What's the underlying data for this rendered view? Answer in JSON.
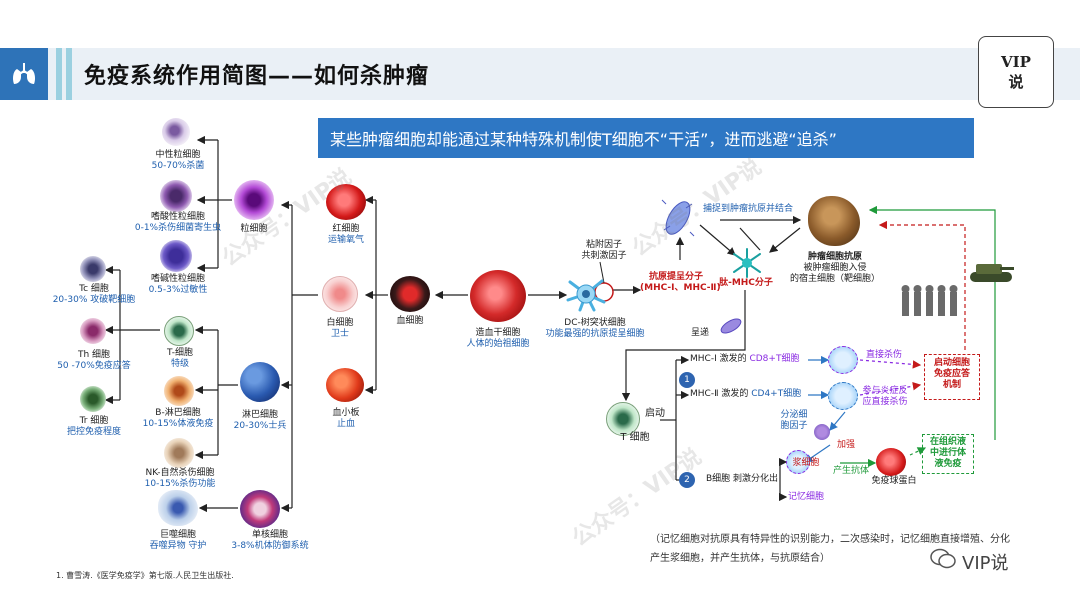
{
  "header": {
    "title": "免疫系统作用简图——如何杀肿瘤",
    "badge_line1": "VIP",
    "badge_line2": "说"
  },
  "banner": "某些肿瘤细胞却能通过某种特殊机制使T细胞不“干活”，进而逃避“追杀”",
  "left_cells": {
    "neutrophil": {
      "name": "中性粒细胞",
      "desc": "50-70%杀菌"
    },
    "eosinophil": {
      "name": "嗜酸性粒细胞",
      "desc": "0-1%杀伤细菌寄生虫"
    },
    "basophil": {
      "name": "嗜碱性粒细胞",
      "desc": "0.5-3%过敏性"
    },
    "granulocyte": {
      "name": "粒细胞"
    },
    "tc": {
      "name": "Tc 细胞",
      "desc": "20-30% 攻破靶细胞"
    },
    "th": {
      "name": "Th 细胞",
      "desc": "50 -70%免疫应答"
    },
    "tr": {
      "name": "Tr 细胞",
      "desc": "把控免疫程度"
    },
    "t_cell": {
      "name": "T-细胞",
      "desc": "特级"
    },
    "b_cell": {
      "name": "B-淋巴细胞",
      "desc": "10-15%体液免疫"
    },
    "nk": {
      "name": "NK-自然杀伤细胞",
      "desc": "10-15%杀伤功能"
    },
    "lymphocyte": {
      "name": "淋巴细胞",
      "desc": "20-30%士兵"
    },
    "macrophage": {
      "name": "巨噬细胞",
      "desc": "吞噬异物 守护"
    },
    "monocyte": {
      "name": "单核细胞",
      "desc": "3-8%机体防御系统"
    },
    "rbc": {
      "name": "红细胞",
      "desc": "运输氧气"
    },
    "wbc": {
      "name": "白细胞",
      "desc": "卫士"
    },
    "platelet": {
      "name": "血小板",
      "desc": "止血"
    },
    "blood_cell": {
      "name": "血细胞"
    },
    "stem_cell": {
      "name": "造血干细胞",
      "desc": "人体的始祖细胞"
    }
  },
  "right_flow": {
    "adhesion": "粘附因子",
    "costim": "共刺激因子",
    "dc": {
      "name": "DC-树突状细胞",
      "desc": "功能最强的抗原提呈细胞"
    },
    "capture": "捕捉到肿瘤抗原并结合",
    "apm": "抗原提呈分子",
    "mhc": "(MHC-Ⅰ、MHC-Ⅱ)",
    "peptide_mhc": "肽-MHC分子",
    "tumor_antigen": "肿瘤细胞抗原",
    "tumor_desc1": "被肿瘤细胞入侵",
    "tumor_desc2": "的宿主细胞（靶细胞）",
    "present": "呈递",
    "activate": "启动",
    "t_cell": "T 细胞",
    "mhc1": "MHC-Ⅰ 激发的",
    "cd8": "CD8+T细胞",
    "direct_kill": "直接杀伤",
    "mhc2": "MHC-Ⅱ 激发的",
    "cd4": "CD4+T细胞",
    "inflam1": "参与炎症反",
    "inflam2": "应直接杀伤",
    "cytokine1": "分泌细",
    "cytokine2": "胞因子",
    "enhance": "加强",
    "plasma": "浆细胞",
    "antibody": "产生抗体",
    "immunoglobulin": "免疫球蛋白",
    "b_diff": "B细胞 刺激分化出",
    "memory": "记忆细胞",
    "start_resp1": "启动细胞",
    "start_resp2": "免疫应答",
    "start_resp3": "机制",
    "humoral1": "在组织液",
    "humoral2": "中进行体",
    "humoral3": "液免疫",
    "num1": "1",
    "num2": "2"
  },
  "bottom_note": "（记忆细胞对抗原具有特异性的识别能力，二次感染时，记忆细胞直接增殖、分化产生浆细胞，并产生抗体，与抗原结合）",
  "footnote": "1. 曹雪涛.《医学免疫学》第七版.人民卫生出版社.",
  "wechat_label": "VIP说",
  "watermark": "公众号：VIP说",
  "colors": {
    "accent": "#2e77c4",
    "logo": "#2e73b8",
    "red": "#c41a1a",
    "green": "#1f9a3a"
  }
}
